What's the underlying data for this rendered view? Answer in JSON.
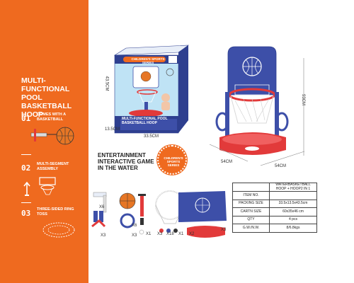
{
  "title": "MULTI-FUNCTIONAL POOL BASKETBALL HOOP",
  "features": [
    {
      "num": "01",
      "text": "COMES WITH A BASKETBALL"
    },
    {
      "num": "02",
      "text": "MULTI-SEGMENT ASSEMBLY"
    },
    {
      "num": "03",
      "text": "THREE-SIDED RING TOSS"
    }
  ],
  "box": {
    "banner": "CHILDREN'S SPORTS SERIES",
    "label": "MULTI-FUNCTIONAL POOL BASKETBALL HOOP",
    "dim_height": "43.5CM",
    "dim_depth": "13.5CM",
    "dim_width": "33.5CM"
  },
  "product": {
    "dim_height": "93CM",
    "dim_width": "54CM",
    "dim_depth": "54CM"
  },
  "tagline": "ENTERTAINMENT INTERACTIVE GAME IN THE WATER",
  "badge_text": "CHILDREN'S SPORTS SERIES",
  "parts": {
    "tube_qty": "X6",
    "pump_qty": "X1",
    "x3a": "X3",
    "x6b": "X6",
    "x3b": "X3",
    "x1b": "X1",
    "x3c": "X3",
    "x18": "X18",
    "x1c": "X1",
    "x2": "X2",
    "x3d": "X3"
  },
  "spec": {
    "rows": [
      [
        "",
        "WATERBASKETBALL HOOP + HOOP2 IN 1"
      ],
      [
        "ITEM NO.",
        ""
      ],
      [
        "PACKING SIZE",
        "33.5x13.5x43.5cm"
      ],
      [
        "CARTN SIZE",
        "60x35x46 cm"
      ],
      [
        "QTY",
        "4 pcs"
      ],
      [
        "G.W./N.W.",
        "8/6.8kgs"
      ]
    ]
  },
  "colors": {
    "accent": "#ef6a1f",
    "blue": "#3d4fa8",
    "red": "#e23a3a"
  }
}
